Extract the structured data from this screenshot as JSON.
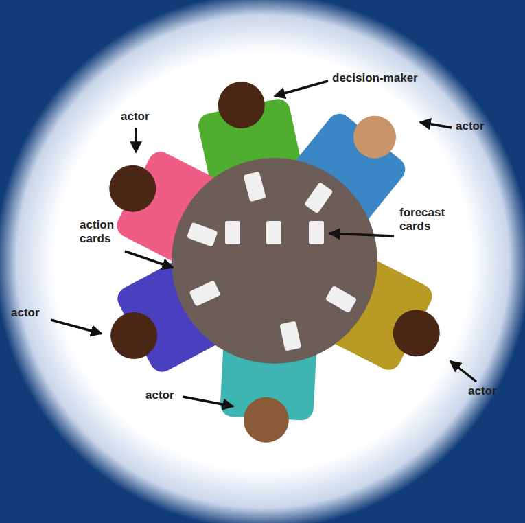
{
  "diagram": {
    "labels": [
      "decision-maker",
      "actor",
      "actor",
      "forecast cards",
      "action cards",
      "actor",
      "actor",
      "actor"
    ]
  }
}
